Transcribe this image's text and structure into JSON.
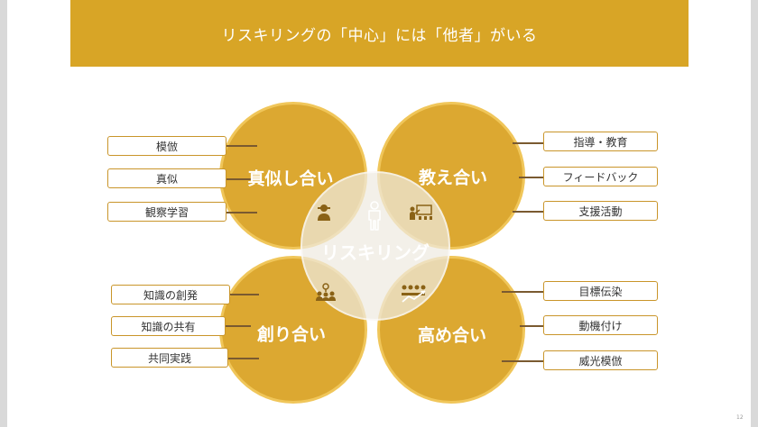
{
  "title": "リスキリングの「中心」には「他者」がいる",
  "center": {
    "label": "リスキリング"
  },
  "quadrants": {
    "top_left": {
      "label": "真似し合い",
      "items": [
        "模倣",
        "真似",
        "観察学習"
      ]
    },
    "top_right": {
      "label": "教え合い",
      "items": [
        "指導・教育",
        "フィードバック",
        "支援活動"
      ]
    },
    "bottom_left": {
      "label": "創り合い",
      "items": [
        "知識の創発",
        "知識の共有",
        "共同実践"
      ]
    },
    "bottom_right": {
      "label": "高め合い",
      "items": [
        "目標伝染",
        "動機付け",
        "威光模倣"
      ]
    }
  },
  "icons": [
    "person-icon",
    "person-at-computer-icon",
    "teaching-icon",
    "team-idea-icon",
    "team-growth-icon"
  ],
  "colors": {
    "accent": "#d8a526",
    "circle": "#dca831",
    "connector": "#7a5a30"
  },
  "page_number": "12"
}
